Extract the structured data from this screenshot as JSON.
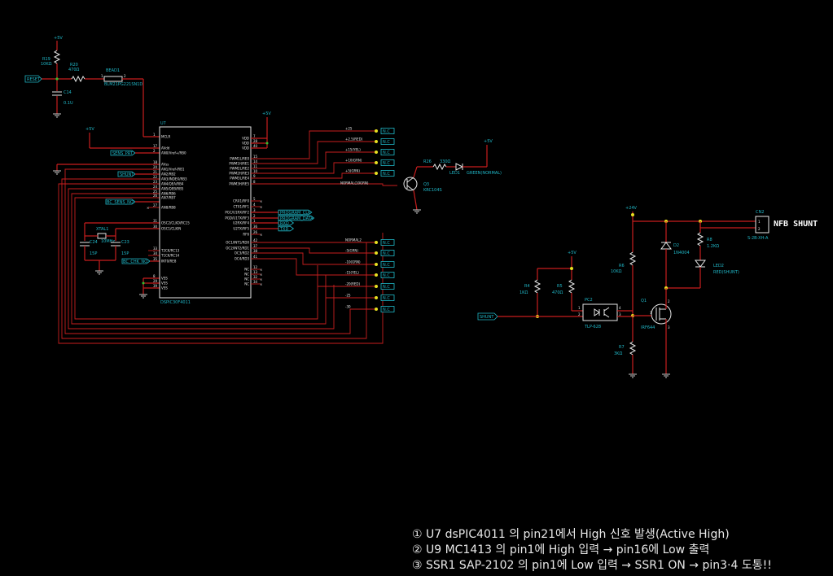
{
  "u7": {
    "ref": "U7",
    "part": "dsPIC30F4011",
    "left_pins": [
      {
        "num": "1",
        "name": "MCLR"
      },
      {
        "num": "17",
        "name": "AVdd"
      },
      {
        "num": "2",
        "name": "AN0/Vref+/RB0"
      },
      {
        "num": "18",
        "name": "AVss"
      },
      {
        "num": "20",
        "name": "AN1/Vref-/RB1"
      },
      {
        "num": "21",
        "name": "AN2/RB2"
      },
      {
        "num": "22",
        "name": "AN3/INDEX/RB3"
      },
      {
        "num": "23",
        "name": "AN4/QEA/RB4"
      },
      {
        "num": "24",
        "name": "AN5/QEB/RB5"
      },
      {
        "num": "25",
        "name": "AN6/RB6"
      },
      {
        "num": "26",
        "name": "AN7/RB7"
      },
      {
        "num": "27",
        "name": "AN8/RB8"
      },
      {
        "num": "31",
        "name": "OSC2/CLKO/RC15"
      },
      {
        "num": "30",
        "name": "OSC1/CLKIN"
      },
      {
        "num": "33",
        "name": "T2CK/RC13"
      },
      {
        "num": "34",
        "name": "T1CK/RC14"
      },
      {
        "num": "35",
        "name": "INT0/RE8"
      },
      {
        "num": "8",
        "name": "VSS"
      },
      {
        "num": "29",
        "name": "VSS"
      },
      {
        "num": "39",
        "name": "VSS"
      }
    ],
    "right_pins": [
      {
        "num": "7",
        "name": "VDD"
      },
      {
        "num": "28",
        "name": "VDD"
      },
      {
        "num": "40",
        "name": "VDD"
      },
      {
        "num": "15",
        "name": "PWM1L/RE0"
      },
      {
        "num": "14",
        "name": "PWM1H/RE1"
      },
      {
        "num": "11",
        "name": "PWM2L/RE2"
      },
      {
        "num": "10",
        "name": "PWM2H/RE3"
      },
      {
        "num": "9",
        "name": "PWM3L/RE4"
      },
      {
        "num": "8",
        "name": "PWM3H/RE5"
      },
      {
        "num": "5",
        "name": "CRX1/RF0"
      },
      {
        "num": "4",
        "name": "CTX1/RF1"
      },
      {
        "num": "3",
        "name": "PGC/U1RX/RF2"
      },
      {
        "num": "2",
        "name": "PGD/U1TX/RF3"
      },
      {
        "num": "1",
        "name": "U2RX/RF4"
      },
      {
        "num": "36",
        "name": "U2TX/RF5"
      },
      {
        "num": "26",
        "name": "RF6"
      },
      {
        "num": "42",
        "name": "OC1/INT1/RD0"
      },
      {
        "num": "37",
        "name": "OC2/INT2/RD1"
      },
      {
        "num": "38",
        "name": "OC3/RD2"
      },
      {
        "num": "41",
        "name": "OC4/RD3"
      },
      {
        "num": "12",
        "name": "NC"
      },
      {
        "num": "13",
        "name": "NC"
      },
      {
        "num": "32",
        "name": "NC"
      },
      {
        "num": "34",
        "name": "NC"
      }
    ]
  },
  "left_parts": {
    "vcc_top": "+5V",
    "r19": "R19",
    "r19_val": "10KΩ",
    "r20": "R20",
    "r20_val": "470Ω",
    "bead": "BEAD1",
    "bead_val": "BLM21PG221SN1D",
    "c14": "C14",
    "c14_val": "0.1U",
    "reset_port": "RESET",
    "vcc_avdd": "+5V",
    "sens_port": "SENS_PRT",
    "shunt_port": "SHUNT",
    "bc_port": "BC_SENS_NO",
    "xtal": "XTAL1",
    "xtal_val": "10MHz",
    "c24": "C24",
    "c24_val": "15P",
    "c23": "C23",
    "c23_val": "15P",
    "int_port": "BC_CHK_NO",
    "vcc_u7": "+5V",
    "u7_footer": "DSPIC30F4011"
  },
  "right_nets": {
    "pwm_labels": [
      "+25",
      "+2.5(RED)",
      "+15(YEL)",
      "+10(GRN)",
      "+5(GRN)",
      "NORMAL(10GRN)"
    ],
    "prog_ports": [
      "PROGRAM_CLK",
      "PROGRAM_DATA",
      "RXD",
      "TXD"
    ],
    "oc_labels": [
      "NORMAL2",
      "-5(GRN)",
      "-10(GRN)",
      "-15(YEL)",
      "-20(RED)",
      "-25",
      "-30"
    ],
    "nc": "N.C",
    "r_led": "R26",
    "r_led_val": "330Ω",
    "led1": "LED1",
    "led1_val": "GREEN(NORMAL)",
    "vcc_led": "+5V",
    "q3": "Q3",
    "q3_val": "KRC104S"
  },
  "shunt_circuit": {
    "v24": "+24V",
    "v5": "+5V",
    "r4": "R4",
    "r4_val": "1KΩ",
    "r5": "R5",
    "r5_val": "470Ω",
    "r6": "R6",
    "r6_val": "10KΩ",
    "r7": "R7",
    "r7_val": "3KΩ",
    "r8": "R8",
    "r8_val": "1.2KΩ",
    "pc2": "PC2",
    "pc2_val": "TLP-628",
    "pc2_pins": [
      "1",
      "2",
      "3",
      "4"
    ],
    "q1": "Q1",
    "q1_val": "IRF644",
    "q1_pins": [
      "1",
      "2",
      "3"
    ],
    "d2": "D2",
    "d2_val": "1N4004",
    "led2": "LED2",
    "led2_val": "RED(SHUNT)",
    "cn2": "CN2",
    "cn2_val": "S-2B-XH-A",
    "cn2_pins": [
      "1",
      "2"
    ],
    "shunt_port": "SHUNT",
    "nfb_label": "NFB SHUNT"
  },
  "notes": [
    "① U7 dsPIC4011 의 pin21에서 High 신호 발생(Active High)",
    "② U9 MC1413 의 pin1에 High 입력 → pin16에 Low 출력",
    "③ SSR1 SAP-2102 의 pin1에 Low 입력 → SSR1 ON → pin3·4 도통!!"
  ]
}
